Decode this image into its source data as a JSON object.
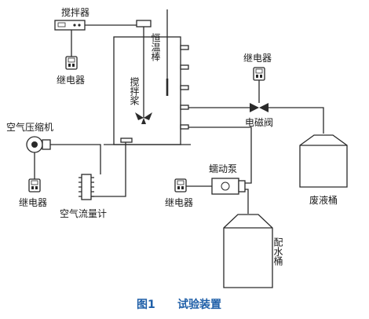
{
  "labels": {
    "stirrer": "搅拌器",
    "relay_top_left": "继电器",
    "thermostat_rod": "恒温棒",
    "paddle": "搅拌桨",
    "relay_top_right": "继电器",
    "solenoid_valve": "电磁阀",
    "air_compressor": "空气压缩机",
    "waste_bucket": "废液桶",
    "peristaltic_pump": "蠕动泵",
    "relay_left": "继电器",
    "relay_middle": "继电器",
    "air_flowmeter": "空气流量计",
    "feed_bucket": "配水桶"
  },
  "caption": {
    "figure_no": "图1",
    "title": "试验装置"
  }
}
